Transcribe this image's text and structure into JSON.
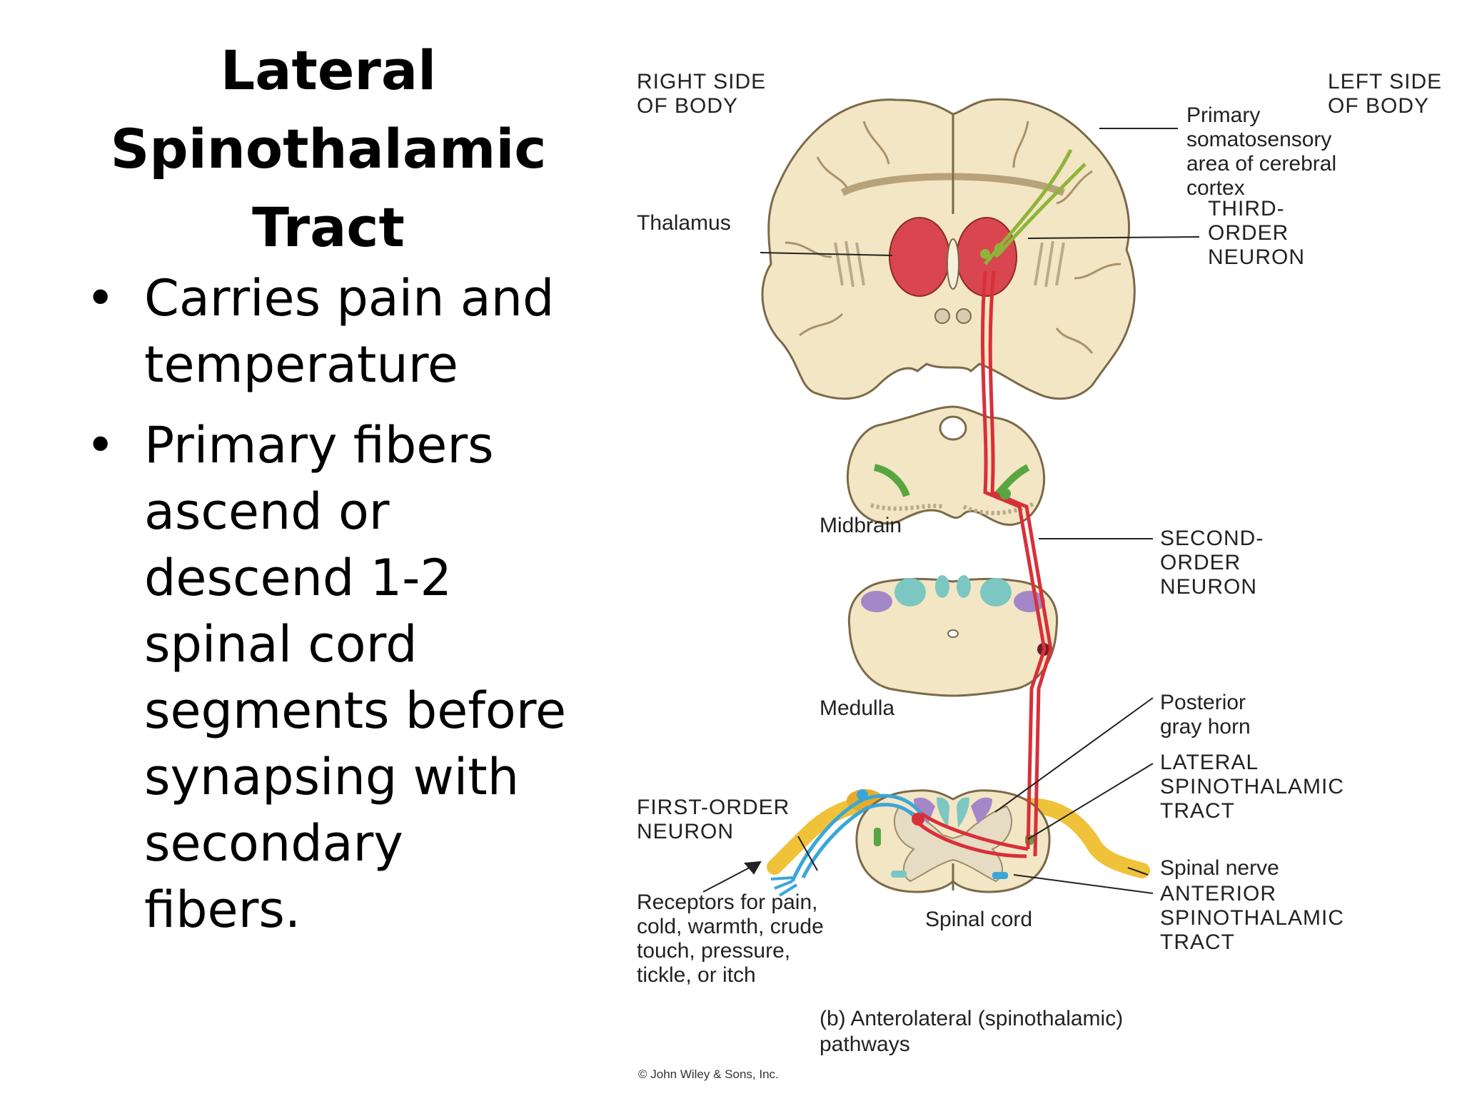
{
  "slide": {
    "title_lines": [
      "Lateral",
      "Spinothalamic",
      "Tract"
    ],
    "bullets": [
      "Carries pain and temperature",
      "Primary fibers ascend or descend 1-2 spinal cord segments before synapsing with secondary fibers."
    ]
  },
  "diagram": {
    "labels": {
      "right_side": "RIGHT SIDE\nOF BODY",
      "left_side": "LEFT SIDE\nOF BODY",
      "primary_somatosensory": "Primary\nsomatosensory\narea of cerebral\ncortex",
      "thalamus": "Thalamus",
      "third_order": "THIRD-\nORDER\nNEURON",
      "midbrain": "Midbrain",
      "second_order": "SECOND-\nORDER\nNEURON",
      "medulla": "Medulla",
      "posterior_gray_horn": "Posterior\ngray horn",
      "lateral_tract": "LATERAL\nSPINOTHALAMIC\nTRACT",
      "first_order": "FIRST-ORDER\nNEURON",
      "spinal_nerve": "Spinal nerve",
      "anterior_tract": "ANTERIOR\nSPINOTHALAMIC\nTRACT",
      "receptors": "Receptors for pain,\ncold, warmth, crude\ntouch, pressure,\ntickle, or itch",
      "spinal_cord": "Spinal cord",
      "caption": "(b)  Anterolateral (spinothalamic)\n       pathways",
      "copyright": "© John Wiley & Sons, Inc."
    },
    "colors": {
      "tissue": "#f3e6c4",
      "tissue_edge": "#7a6a4a",
      "thalamus": "#d9464f",
      "tract_red": "#d8303a",
      "cortex_green": "#8fb43a",
      "tract_green": "#58a640",
      "first_order_blue": "#3aa6d8",
      "nerve_yellow": "#f0c23a",
      "nucleus_purple": "#a487c9",
      "nucleus_teal": "#7cc7c2"
    }
  }
}
